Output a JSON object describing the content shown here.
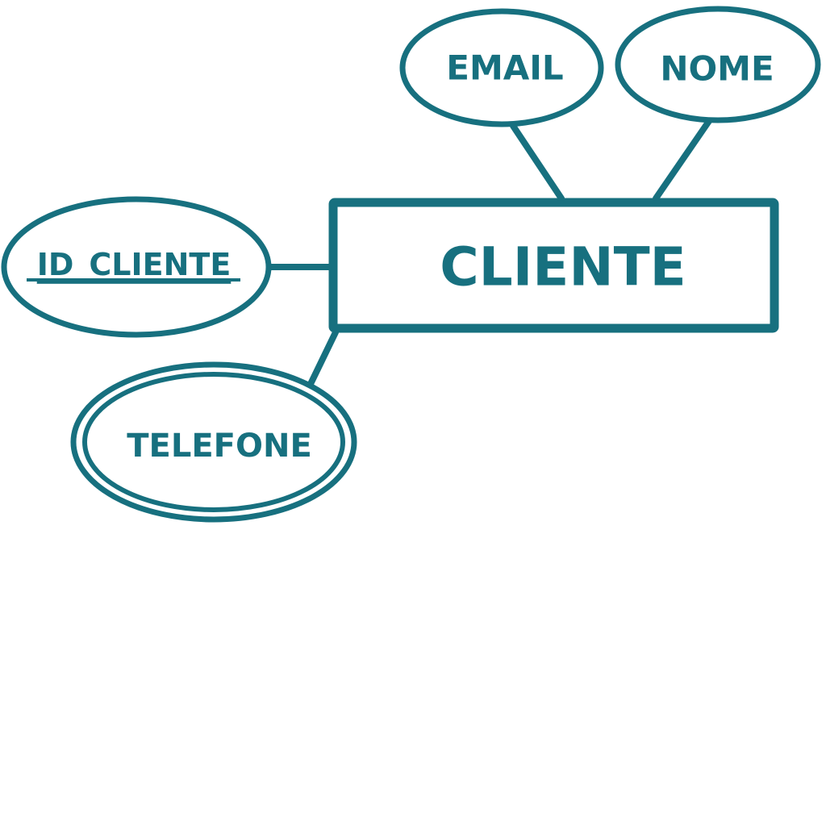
{
  "diagram": {
    "entity": {
      "label": "CLIENTE"
    },
    "attributes": {
      "email": {
        "label": "EMAIL",
        "kind": "simple"
      },
      "nome": {
        "label": "NOME",
        "kind": "simple"
      },
      "id_cliente": {
        "label": "ID_CLIENTE",
        "kind": "key"
      },
      "telefone": {
        "label": "TELEFONE",
        "kind": "multivalued"
      }
    }
  },
  "colors": {
    "stroke": "#17707f",
    "text": "#17707f",
    "background": "#ffffff"
  }
}
